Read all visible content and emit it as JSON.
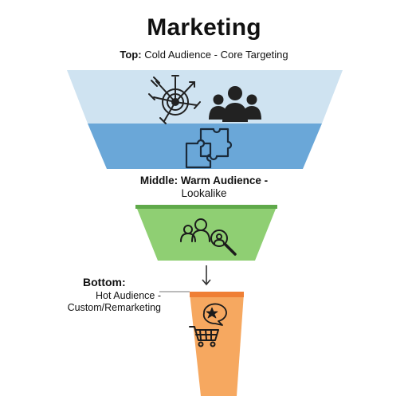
{
  "title": "Marketing",
  "stages": {
    "top": {
      "prefix": "Top:",
      "text": "Cold Audience - Core Targeting"
    },
    "middle": {
      "heading": "Middle: Warm Audience -",
      "sub": "Lookalike"
    },
    "bottom": {
      "heading": "Bottom:",
      "sub_line1": "Hot Audience -",
      "sub_line2": "Custom/Remarketing"
    }
  },
  "colors": {
    "top_light": "#cfe3f1",
    "top_dark": "#6aa7d8",
    "middle": "#8fcf73",
    "middle_edge": "#5fa94a",
    "bottom": "#f6a860",
    "bottom_edge": "#ef7f35"
  },
  "icons": [
    "target-arrows-icon",
    "people-group-icon",
    "puzzle-icon",
    "profile-search-icon",
    "down-arrow-icon",
    "star-speech-bubble-icon",
    "shopping-cart-icon"
  ]
}
